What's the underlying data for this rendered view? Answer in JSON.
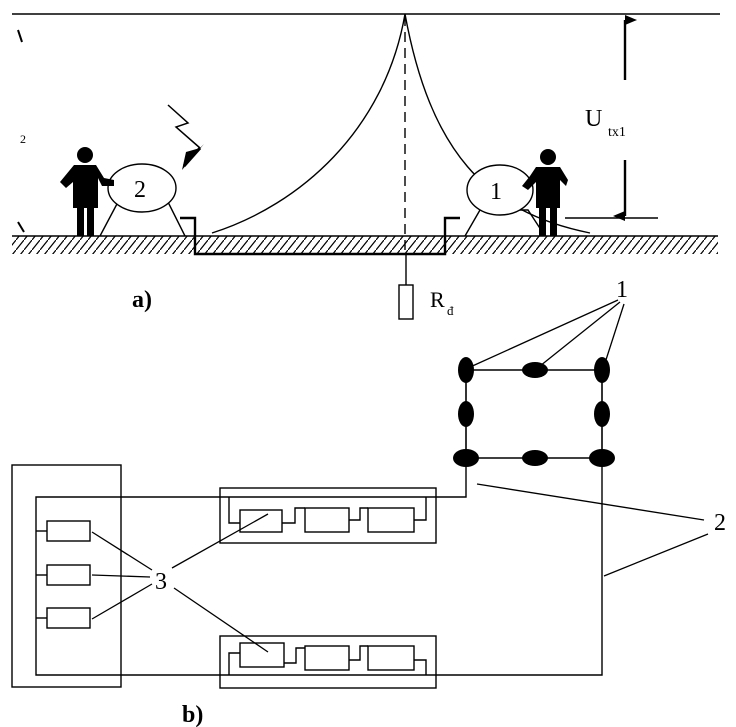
{
  "part_a": {
    "caption": "a)",
    "voltage_main": "U",
    "voltage_sub": "tx1",
    "resistor_main": "R",
    "resistor_sub": "đ",
    "person_1_label": "1",
    "person_2_label": "2"
  },
  "part_b": {
    "caption": "b)",
    "callout_1": "1",
    "callout_2": "2",
    "callout_3": "3"
  },
  "colors": {
    "ink": "#000000",
    "paper": "#ffffff"
  }
}
